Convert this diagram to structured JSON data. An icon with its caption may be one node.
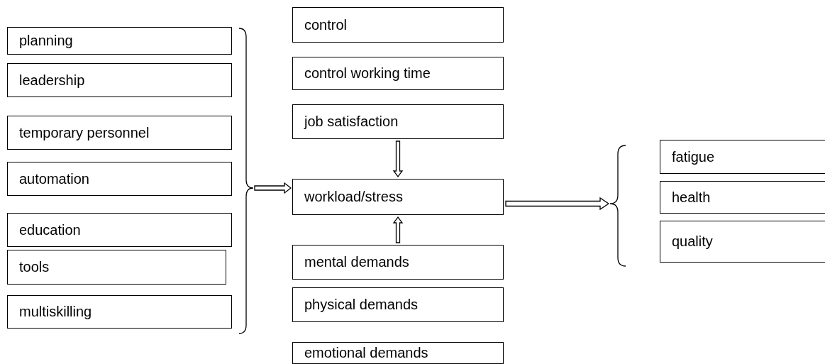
{
  "diagram": {
    "nodes": [
      {
        "text": [
          "planning"
        ]
      },
      {
        "text": [
          "leadership"
        ]
      },
      {
        "text": [
          "temporary personnel"
        ]
      },
      {
        "text": [
          "automation"
        ]
      },
      {
        "text": [
          "education"
        ]
      },
      {
        "text": [
          "tools"
        ]
      },
      {
        "text": [
          "multiskilling"
        ]
      },
      {
        "text": [],
        "shape": "brace"
      },
      {
        "text": [
          "control"
        ]
      },
      {
        "text": [
          "control working time"
        ]
      },
      {
        "text": [
          "job satisfaction"
        ]
      },
      {
        "text": [
          "workload/stress"
        ]
      },
      {
        "text": [
          "mental demands"
        ]
      },
      {
        "text": [
          "physical demands"
        ]
      },
      {
        "text": [
          "emotional demands"
        ]
      },
      {
        "text": [],
        "shape": "brace"
      },
      {
        "text": [
          "fatigue"
        ]
      },
      {
        "text": [
          "health"
        ]
      },
      {
        "text": [
          "quality"
        ]
      }
    ],
    "edges": [
      {
        "from": 7,
        "to": 11,
        "arrow": "to"
      },
      {
        "from": 10,
        "to": 11,
        "arrow": "to"
      },
      {
        "from": 12,
        "to": 11,
        "arrow": "to"
      },
      {
        "from": 11,
        "to": 15,
        "arrow": "to"
      }
    ]
  }
}
